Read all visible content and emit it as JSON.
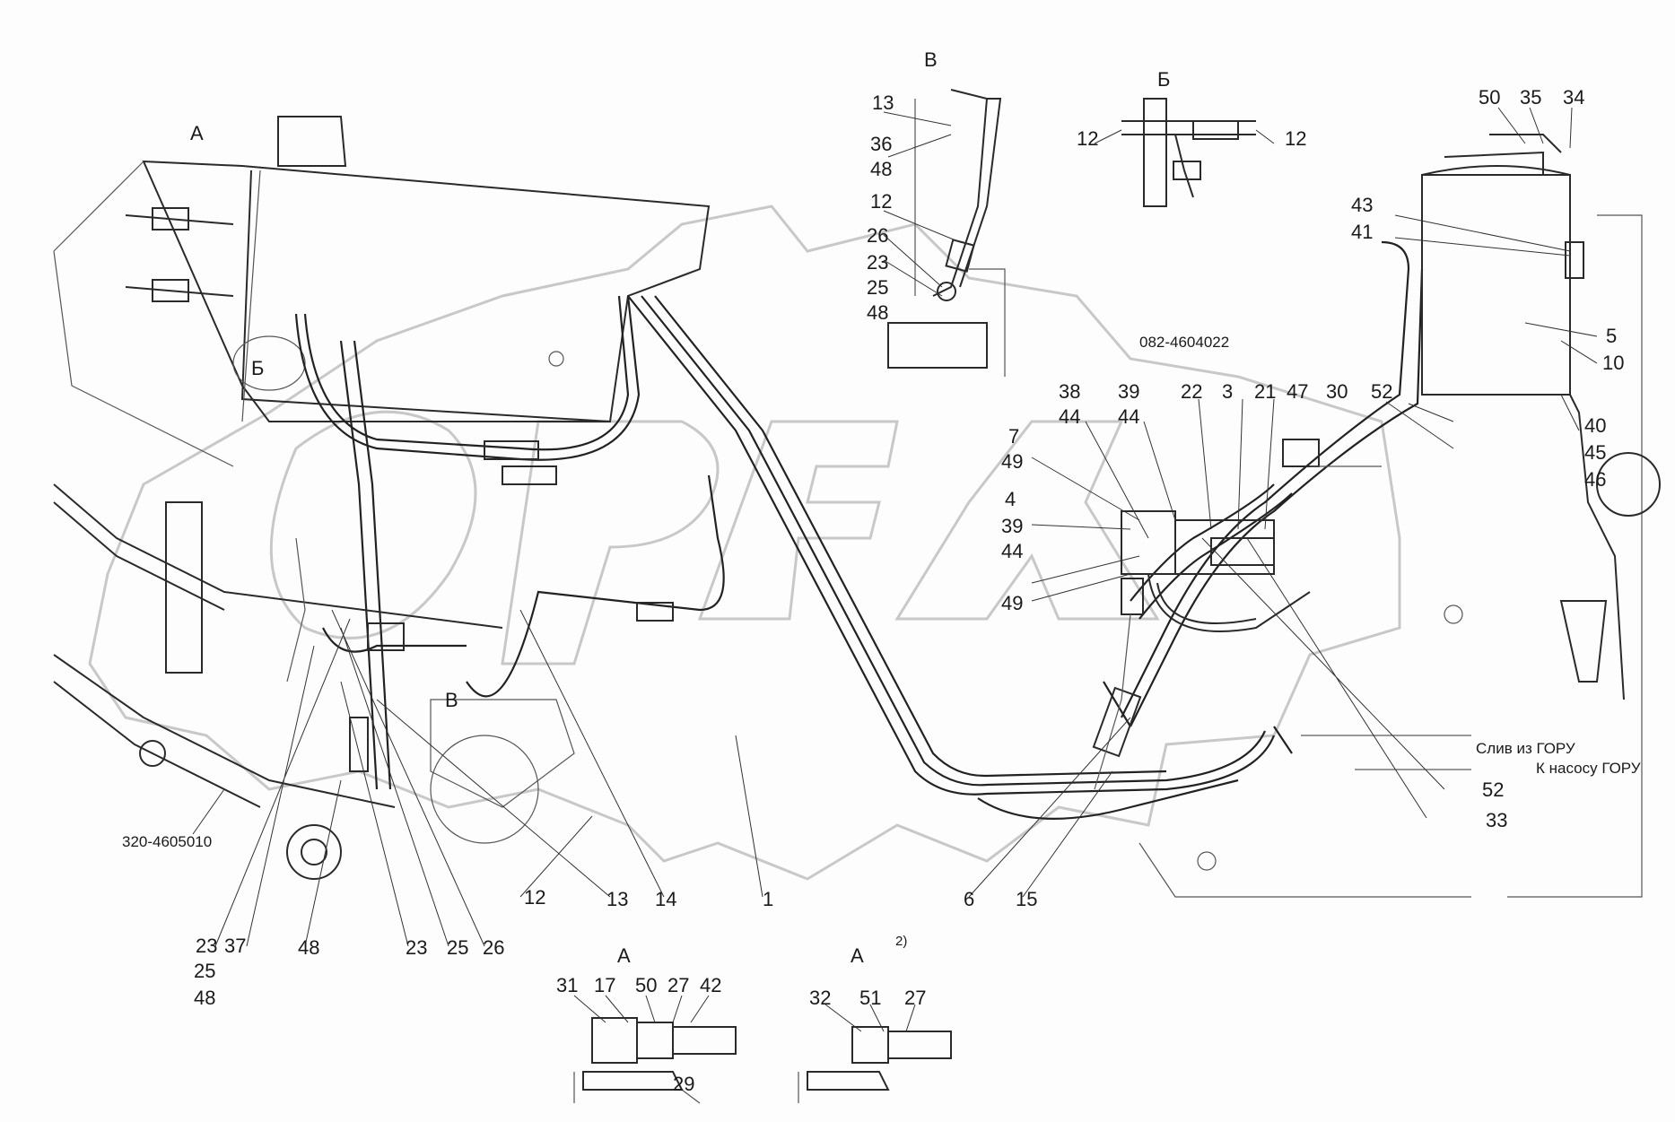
{
  "view_labels": {
    "A_main": "А",
    "B_main": "Б",
    "V_main": "В",
    "V_view": "В",
    "B_view": "Б",
    "A_view1": "А",
    "A_view2": "А",
    "A_view2_sup": "2)"
  },
  "part_codes": {
    "code1": "082-4604022",
    "code2": "320-4605010"
  },
  "annotations": {
    "drain": "Слив из ГОРУ",
    "pump": "К насосу ГОРУ"
  },
  "callouts": {
    "v13": "13",
    "v36": "36",
    "v48a": "48",
    "v12": "12",
    "v26": "26",
    "v23": "23",
    "v25": "25",
    "v48b": "48",
    "b12l": "12",
    "b12r": "12",
    "r50": "50",
    "r35": "35",
    "r34": "34",
    "r43": "43",
    "r41": "41",
    "r5": "5",
    "r10": "10",
    "r40": "40",
    "r45": "45",
    "r46": "46",
    "r52a": "52",
    "r30": "30",
    "c38": "38",
    "c44a": "44",
    "c39a": "39",
    "c44b": "44",
    "c22": "22",
    "c3": "3",
    "c21": "21",
    "c47": "47",
    "c7": "7",
    "c49a": "49",
    "c4": "4",
    "c39b": "39",
    "c44c": "44",
    "c49b": "49",
    "r52b": "52",
    "r33": "33",
    "b12": "12",
    "b13": "13",
    "b14": "14",
    "b1": "1",
    "b6": "6",
    "b15": "15",
    "l23a": "23",
    "l37": "37",
    "l25a": "25",
    "l48a": "48",
    "l48b": "48",
    "l23b": "23",
    "l25b": "25",
    "l26": "26",
    "a31": "31",
    "a17": "17",
    "a50": "50",
    "a27": "27",
    "a42": "42",
    "a29": "29",
    "a32": "32",
    "a51": "51",
    "a27b": "27"
  }
}
